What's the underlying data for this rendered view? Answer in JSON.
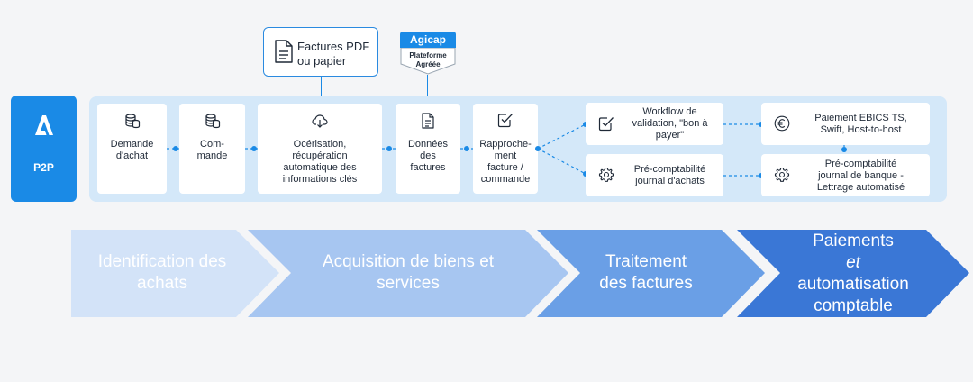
{
  "p2p": {
    "label": "P2P",
    "icon": "agicap-logo-icon"
  },
  "top_inputs": {
    "pdf": {
      "line1": "Factures PDF",
      "line2": "ou papier",
      "icon": "document-icon"
    },
    "agicap_badge": {
      "brand": "Agicap",
      "line1": "Plateforme",
      "line2": "Agréée"
    }
  },
  "cards": {
    "demande": {
      "line1": "Demande",
      "line2": "d'achat",
      "icon": "coins-icon"
    },
    "commande": {
      "line1": "Com-",
      "line2": "mande",
      "icon": "coins-icon"
    },
    "ocr": {
      "line1": "Océrisation,",
      "line2": "récupération",
      "line3": "automatique des",
      "line4": "informations clés",
      "icon": "cloud-download-icon"
    },
    "donnees": {
      "line1": "Données",
      "line2": "des",
      "line3": "factures",
      "icon": "document-icon"
    },
    "rapprochement": {
      "line1": "Rapproche-",
      "line2": "ment",
      "line3": "facture /",
      "line4": "commande",
      "icon": "checkbox-icon"
    },
    "workflow": {
      "line1": "Workflow de",
      "line2": "validation, \"bon à",
      "line3": "payer\"",
      "icon": "checkbox-icon"
    },
    "precompta_achats": {
      "line1": "Pré-comptabilité",
      "line2": "journal d'achats",
      "icon": "gear-icon"
    },
    "paiement": {
      "line1": "Paiement EBICS TS,",
      "line2": "Swift, Host-to-host",
      "icon": "euro-icon"
    },
    "precompta_banque": {
      "line1": "Pré-comptabilité",
      "line2": "journal de banque -",
      "line3": "Lettrage automatisé",
      "icon": "gear-icon"
    }
  },
  "phases": [
    {
      "line1": "Identification des",
      "line2": "achats",
      "color": "#d3e3f8"
    },
    {
      "line1": "Acquisition de biens et",
      "line2": "services",
      "color": "#a7c6f1"
    },
    {
      "line1": "Traitement",
      "line2": "des factures",
      "color": "#6a9fe6"
    },
    {
      "line1": "Paiements",
      "line2": "et",
      "line3": "automatisation",
      "line4": "comptable",
      "color": "#3a77d6"
    }
  ],
  "colors": {
    "accent": "#1a8ae6",
    "panel": "#d4e8f9"
  }
}
